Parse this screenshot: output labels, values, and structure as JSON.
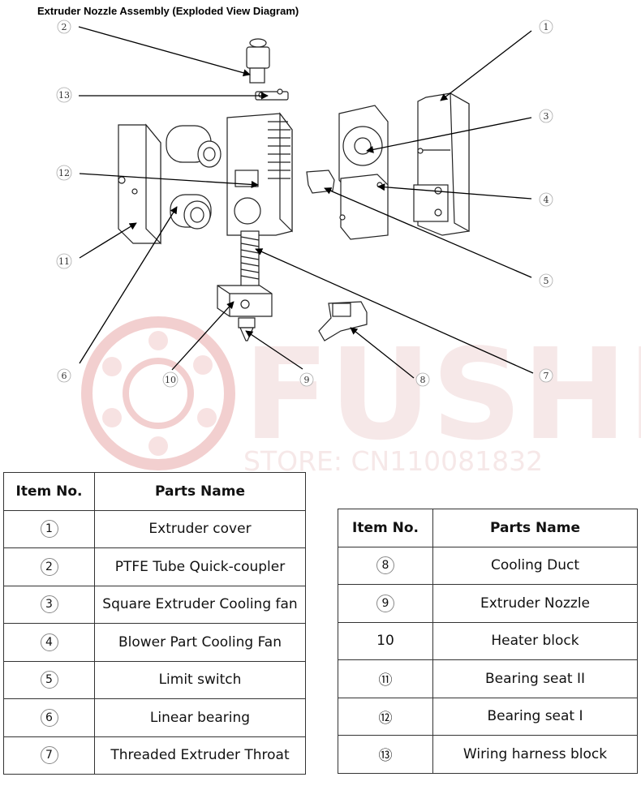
{
  "title": "Extruder Nozzle Assembly (Exploded View Diagram)",
  "watermark": {
    "brand": "FUSHI",
    "store": "STORE: CN110081832",
    "color": "#e8a8a8"
  },
  "callouts": [
    {
      "id": "1",
      "label": "1"
    },
    {
      "id": "2",
      "label": "2"
    },
    {
      "id": "3",
      "label": "3"
    },
    {
      "id": "4",
      "label": "4"
    },
    {
      "id": "5",
      "label": "5"
    },
    {
      "id": "6",
      "label": "6"
    },
    {
      "id": "7",
      "label": "7"
    },
    {
      "id": "8",
      "label": "8"
    },
    {
      "id": "9",
      "label": "9"
    },
    {
      "id": "10",
      "label": "10"
    },
    {
      "id": "11",
      "label": "11"
    },
    {
      "id": "12",
      "label": "12"
    },
    {
      "id": "13",
      "label": "13"
    }
  ],
  "table_left": {
    "headers": [
      "Item No.",
      "Parts Name"
    ],
    "rows": [
      {
        "no": "1",
        "name": "Extruder cover"
      },
      {
        "no": "2",
        "name": "PTFE Tube Quick-coupler"
      },
      {
        "no": "3",
        "name": "Square Extruder Cooling fan"
      },
      {
        "no": "4",
        "name": "Blower Part Cooling Fan"
      },
      {
        "no": "5",
        "name": "Limit switch"
      },
      {
        "no": "6",
        "name": "Linear bearing"
      },
      {
        "no": "7",
        "name": "Threaded Extruder Throat"
      }
    ]
  },
  "table_right": {
    "headers": [
      "Item No.",
      "Parts Name"
    ],
    "rows": [
      {
        "no": "8",
        "name": "Cooling Duct",
        "circled": true
      },
      {
        "no": "9",
        "name": "Extruder Nozzle",
        "circled": true
      },
      {
        "no": "10",
        "name": "Heater block",
        "circled": false
      },
      {
        "no": "⑪",
        "name": "Bearing seat II",
        "circled": false
      },
      {
        "no": "⑫",
        "name": "Bearing seat I",
        "circled": false
      },
      {
        "no": "⑬",
        "name": "Wiring harness block",
        "circled": false
      }
    ]
  }
}
